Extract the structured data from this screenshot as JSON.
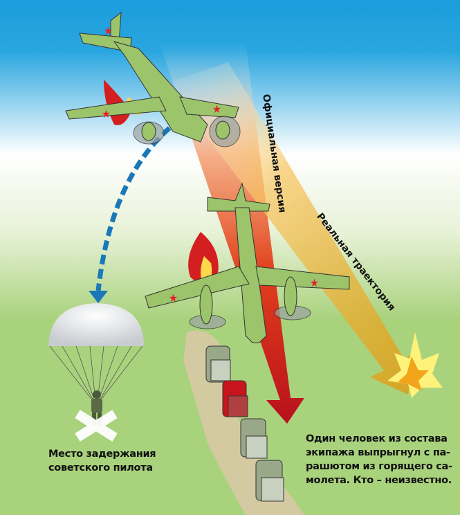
{
  "labels": {
    "official_version": "Официальная версия",
    "real_trajectory": "Реальная траектория",
    "detention_place": [
      "Место задержания",
      "советского пилота"
    ],
    "caption": [
      "Один человек из состава",
      "экипажа выпрыгнул с па-",
      "рашютом из горящего са-",
      "молета. Кто – неизвестно."
    ]
  },
  "colors": {
    "sky": "#1a9ddb",
    "ground": "#a9d27d",
    "plane": "#9cc46a",
    "star": "#e4202a",
    "beam_red": "#c8101a",
    "beam_yellow": "#f2a81c",
    "arrow_blue": "#1a78b8"
  }
}
